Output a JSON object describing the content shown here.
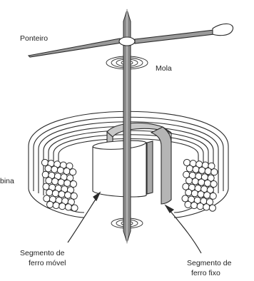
{
  "labels": {
    "ponteiro": "Ponteiro",
    "mola": "Mola",
    "bobina": "bina",
    "segmento_movel_line1": "Segmento de",
    "segmento_movel_line2": "ferro móvel",
    "segmento_fixo_line1": "Segmento de",
    "segmento_fixo_line2": "ferro fixo"
  },
  "colors": {
    "stroke": "#2a2a2a",
    "fixed_segment_fill": "#bdbdbd",
    "shaft_fill": "#8c8c8c",
    "coil_fill": "#ffffff"
  }
}
